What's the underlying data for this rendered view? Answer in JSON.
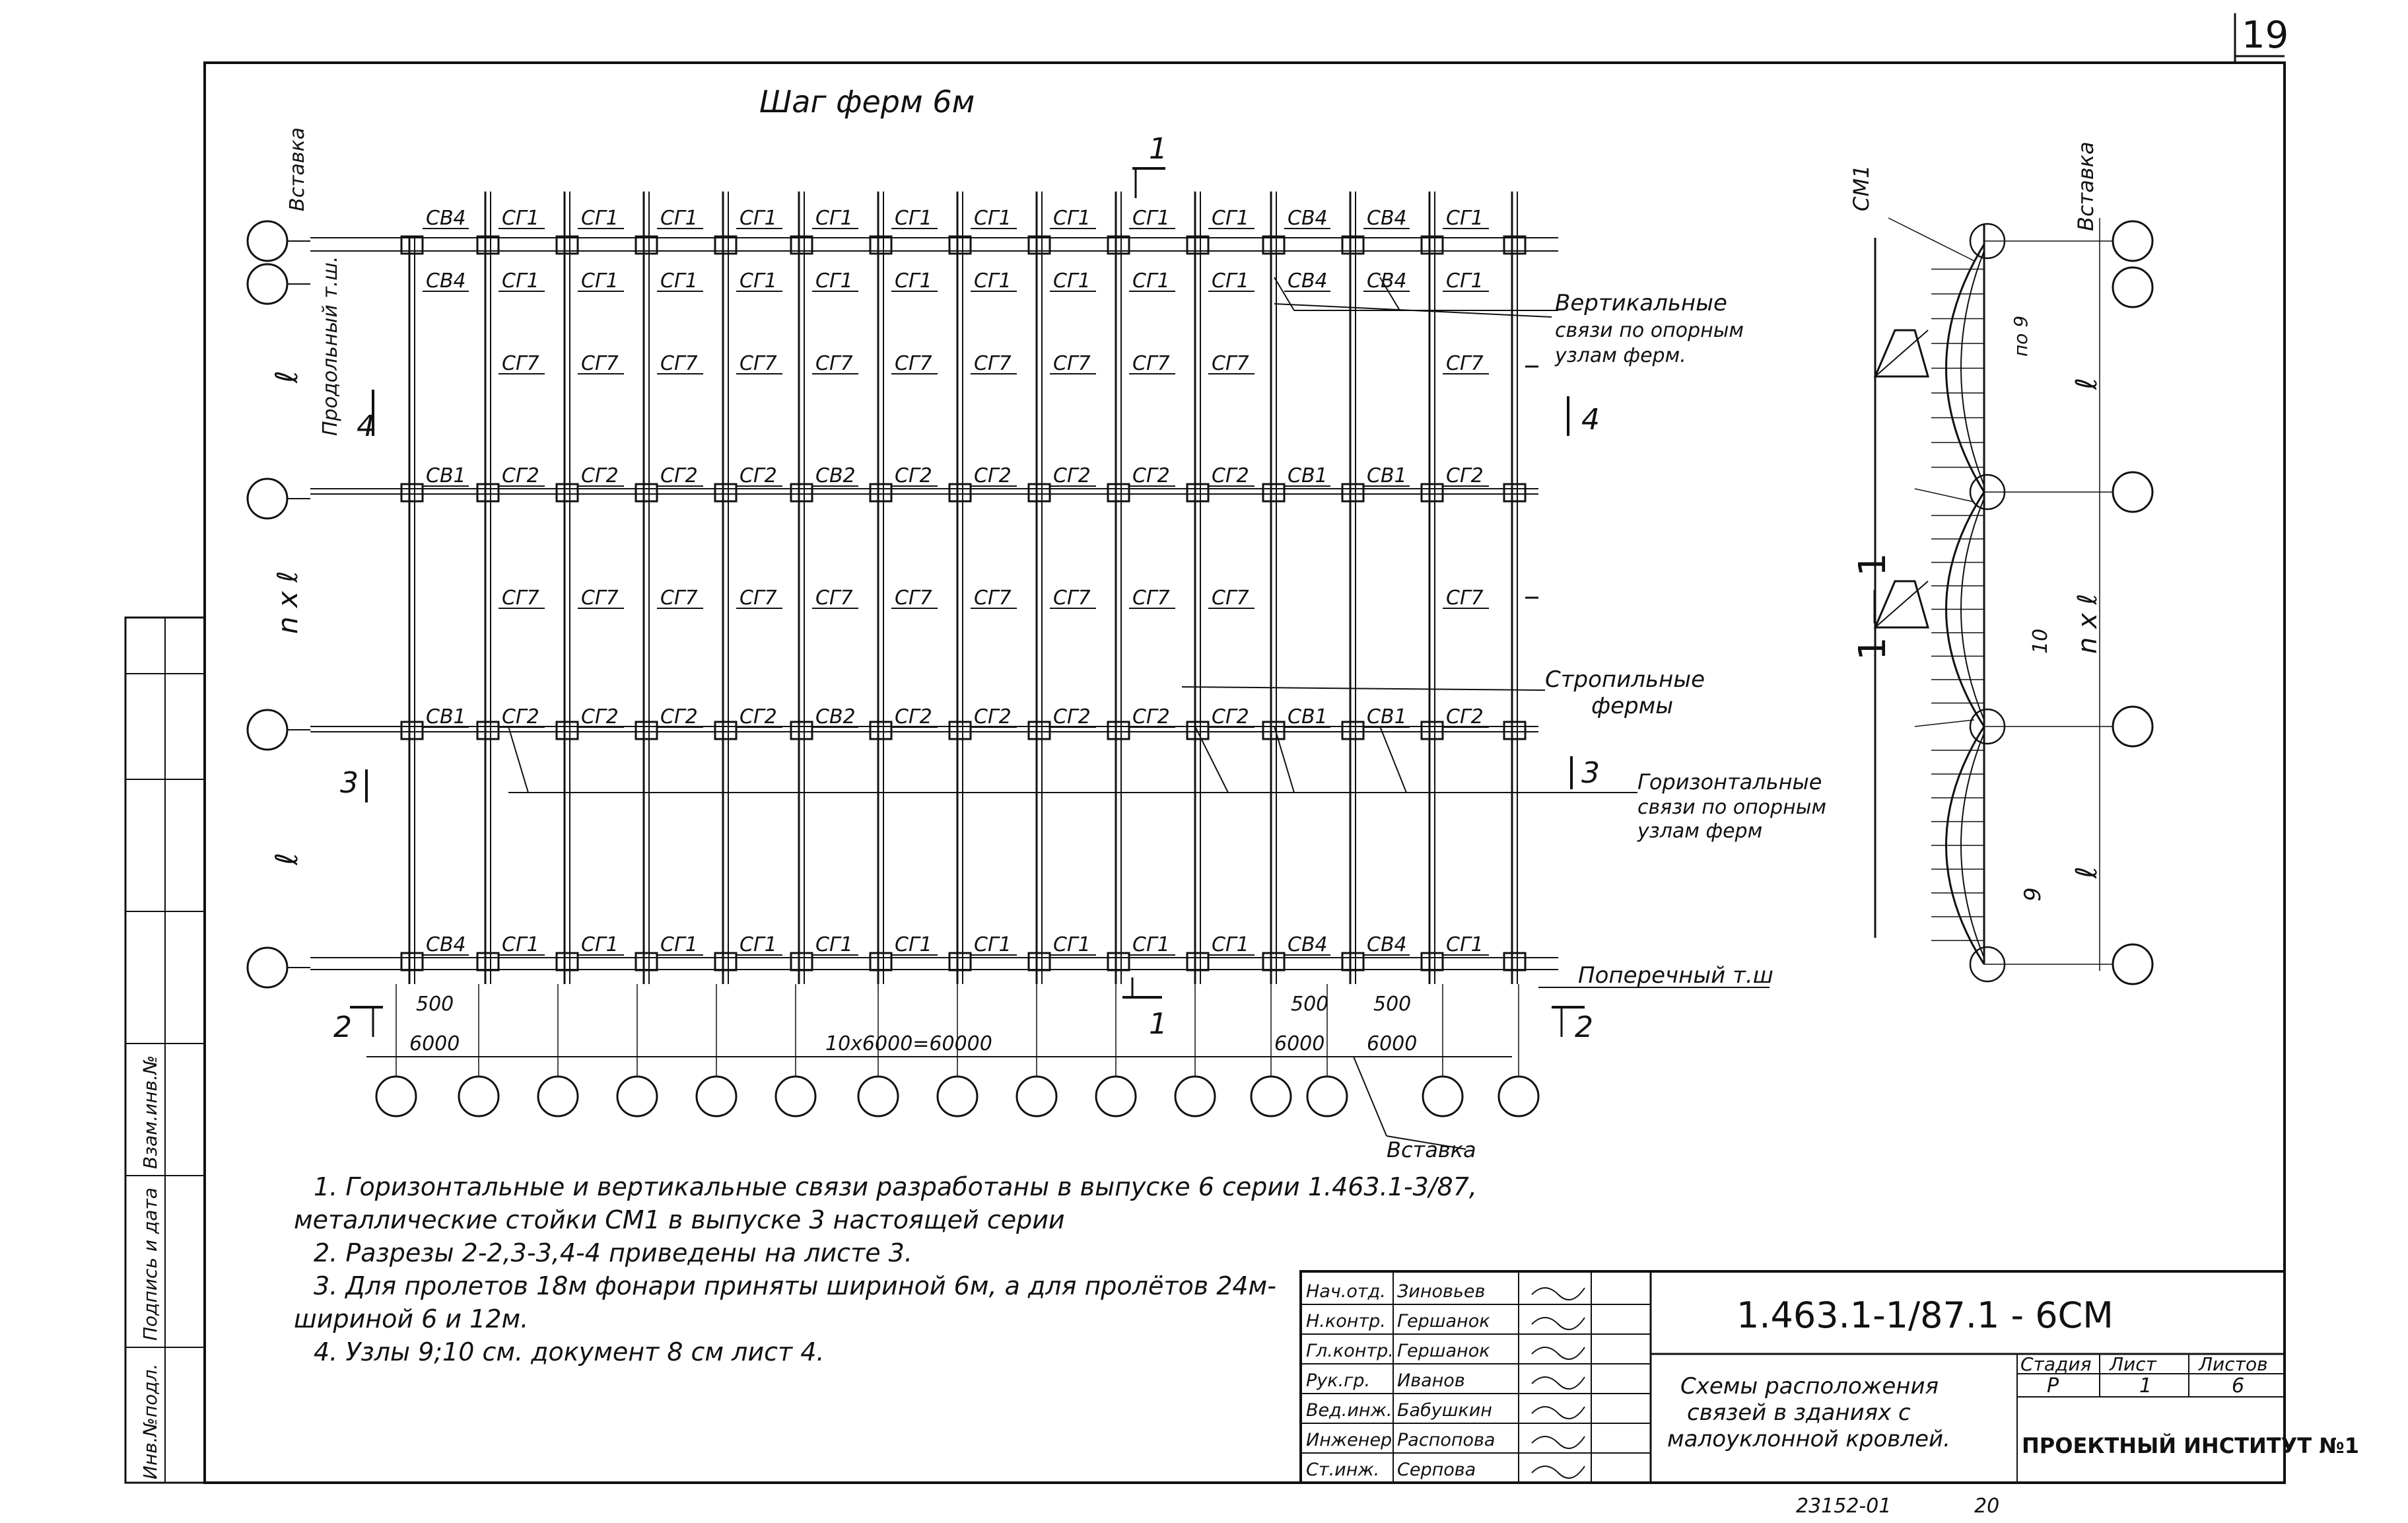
{
  "sheet_number": "19",
  "title_top": "Шаг ферм 6м",
  "main_grid": {
    "bay_labels_top": [
      "СВ4",
      "СГ1",
      "СГ1",
      "СГ1",
      "СГ1",
      "СГ1",
      "СГ1",
      "СГ1",
      "СГ1",
      "СГ1",
      "СГ1",
      "СВ4",
      "СВ4",
      "СГ1"
    ],
    "bay_labels_row2": [
      "СВ4",
      "СГ1",
      "СГ1",
      "СГ1",
      "СГ1",
      "СГ1",
      "СГ1",
      "СГ1",
      "СГ1",
      "СГ1",
      "СГ1",
      "СВ4",
      "СВ4",
      "СГ1"
    ],
    "bay_labels_row3": [
      "СГ7",
      "СГ7",
      "СГ7",
      "СГ7",
      "СГ7",
      "СГ7",
      "СГ7",
      "СГ7",
      "СГ7",
      "СГ7",
      "СГ7"
    ],
    "bay_labels_row4": [
      "СВ1",
      "СГ2",
      "СГ2",
      "СГ2",
      "СГ2",
      "СВ2",
      "СГ2",
      "СГ2",
      "СГ2",
      "СГ2",
      "СГ2",
      "СВ1",
      "СВ1",
      "СГ2"
    ],
    "bay_labels_row5": [
      "СГ7",
      "СГ7",
      "СГ7",
      "СГ7",
      "СГ7",
      "СГ7",
      "СГ7",
      "СГ7",
      "СГ7",
      "СГ7",
      "СГ7"
    ],
    "bay_labels_row6": [
      "СВ1",
      "СГ2",
      "СГ2",
      "СГ2",
      "СГ2",
      "СВ2",
      "СГ2",
      "СГ2",
      "СГ2",
      "СГ2",
      "СГ2",
      "СВ1",
      "СВ1",
      "СГ2"
    ],
    "bay_labels_bottom": [
      "СВ4",
      "СГ1",
      "СГ1",
      "СГ1",
      "СГ1",
      "СГ1",
      "СГ1",
      "СГ1",
      "СГ1",
      "СГ1",
      "СГ1",
      "СВ4",
      "СВ4",
      "СГ1"
    ],
    "left_dims": [
      "ℓ",
      "n x ℓ",
      "ℓ"
    ],
    "left_vertical_labels": [
      "Вставка",
      "Продольный т.ш."
    ],
    "dim_500_a": "500",
    "dim_500_b": "500",
    "dim_500_c": "500",
    "dim_6000_a": "6000",
    "dim_total": "10x6000=60000",
    "dim_6000_b": "6000",
    "dim_6000_c": "6000",
    "label_vstavka_bottom": "Вставка"
  },
  "section_marks": {
    "s1": "1",
    "s2": "2",
    "s3": "3",
    "s4": "4"
  },
  "callouts": {
    "vertical": [
      "Вертикальные",
      "связи по опорным",
      "узлам ферм."
    ],
    "rafter": [
      "Стропильные",
      "фермы"
    ],
    "horizontal": [
      "Горизонтальные",
      "связи по опорным",
      "узлам ферм"
    ],
    "transverse": "Поперечный т.ш"
  },
  "section_view": {
    "title": "1 — 1",
    "label_cm1": "СМ1",
    "label_vstavka": "Вставка",
    "node_9_top": "по 9",
    "node_10": "10",
    "node_9_bottom": "9",
    "dim_top": "ℓ",
    "dim_mid": "n x ℓ",
    "dim_bottom": "ℓ"
  },
  "notes": [
    "1. Горизонтальные и вертикальные связи разработаны в выпуске 6 серии 1.463.1-3/87,",
    "металлические стойки СМ1 в выпуске 3 настоящей серии",
    "2. Разрезы 2-2,3-3,4-4 приведены на листе 3.",
    "3. Для пролетов 18м фонари приняты шириной 6м, а для пролётов 24м-",
    "шириной 6 и 12м.",
    "4. Узлы 9;10 см. документ 8 см лист 4."
  ],
  "side_stamp": [
    "Инв.№подл.",
    "Подпись и дата",
    "Взам.инв.№"
  ],
  "title_block": {
    "code": "1.463.1-1/87.1 - 6СМ",
    "sheet_title": [
      "Схемы расположения",
      "связей в зданиях с",
      "малоуклонной кровлей."
    ],
    "roles": [
      "Нач.отд.",
      "Н.контр.",
      "Гл.контр.",
      "Рук.гр.",
      "Вед.инж.",
      "Инженер",
      "Ст.инж."
    ],
    "names": [
      "Зиновьев",
      "Гершанок",
      "Гершанок",
      "Иванов",
      "Бабушкин",
      "Распопова",
      "Серпова"
    ],
    "stage_header": "Стадия",
    "sheet_header": "Лист",
    "sheets_header": "Листов",
    "stage": "Р",
    "sheet": "1",
    "sheets": "6",
    "organization": "ПРОЕКТНЫЙ ИНСТИТУТ №1"
  },
  "bottom_codes": [
    "23152-01",
    "20"
  ]
}
